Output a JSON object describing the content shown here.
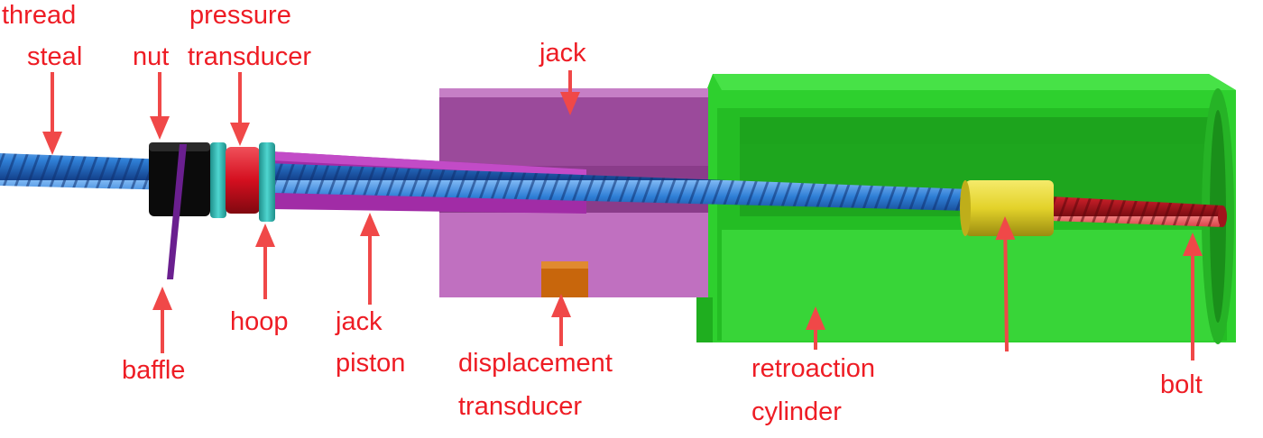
{
  "labels": {
    "thread_steal": [
      "thread",
      "steal"
    ],
    "nut": [
      "nut"
    ],
    "pressure_transducer": [
      "pressure",
      "transducer"
    ],
    "jack": [
      "jack"
    ],
    "baffle": [
      "baffle"
    ],
    "hoop": [
      "hoop"
    ],
    "jack_piston": [
      "jack",
      "piston"
    ],
    "displacement_transducer": [
      "displacement",
      "transducer"
    ],
    "retroaction_cylinder": [
      "retroaction",
      "cylinder"
    ],
    "bolt": [
      "bolt"
    ]
  },
  "colors": {
    "label": "#ee1c24",
    "arrow": "#f04848",
    "rod": "#2f7fd6",
    "bolt": "#d0202a",
    "jack": "#b45fb4",
    "piston": "#a12ca6",
    "cylinder": "#2ed02e",
    "nut": "#0b0b0b",
    "hoop": "#27b5b0",
    "pressure_transducer": "#d40f1f",
    "coupler": "#e3d22a",
    "displacement_transducer": "#c8660c"
  }
}
